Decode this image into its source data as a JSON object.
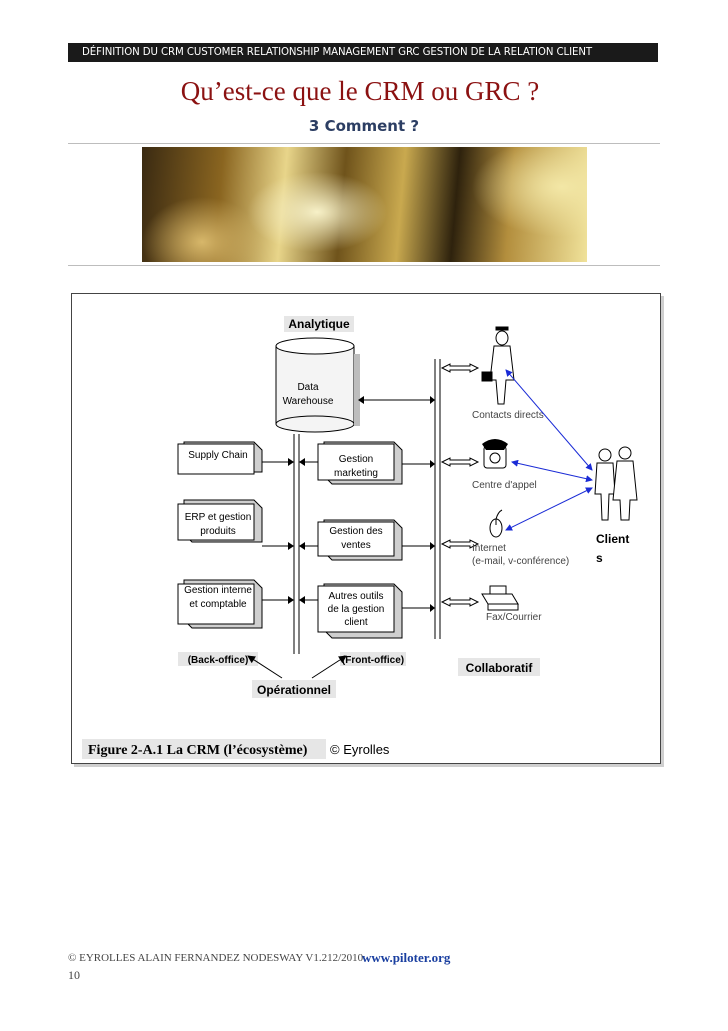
{
  "header": {
    "topbar": "DÉFINITION DU CRM CUSTOMER RELATIONSHIP MANAGEMENT GRC GESTION DE LA RELATION CLIENT",
    "title": "Qu’est-ce  que le CRM ou GRC ?",
    "subtitle": "3 Comment ?"
  },
  "figure": {
    "analytique": "Analytique",
    "data_warehouse": [
      "Data",
      "Warehouse"
    ],
    "back_boxes": [
      [
        "Supply Chain"
      ],
      [
        "ERP et gestion",
        "produits"
      ],
      [
        "Gestion interne",
        "et comptable"
      ]
    ],
    "front_boxes": [
      [
        "Gestion",
        "marketing"
      ],
      [
        "Gestion des",
        "ventes"
      ],
      [
        "Autres outils",
        "de la gestion",
        "client"
      ]
    ],
    "channels": [
      [
        "Contacts directs"
      ],
      [
        "Centre d'appel"
      ],
      [
        "Internet",
        "(e-mail, v-conférence)"
      ],
      [
        "Fax/Courrier"
      ]
    ],
    "back_office": "(Back-office)",
    "front_office": "(Front-office)",
    "operationnel": "Opérationnel",
    "collaboratif": "Collaboratif",
    "clients": [
      "Client",
      "s"
    ],
    "caption": "Figure 2-A.1 La CRM (l’écosystème)",
    "copyright": "© Eyrolles"
  },
  "footer": {
    "credit": "© EYROLLES  ALAIN FERNANDEZ NODESWAY V1.212/2010",
    "link": "www.piloter.org",
    "page": "10"
  }
}
